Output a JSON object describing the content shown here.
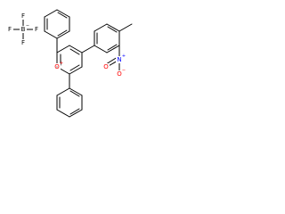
{
  "colors": {
    "bond": "#000000",
    "carbon": "#000000",
    "fluorine": "#000000",
    "boron": "#000000",
    "oxygen": "#ff0000",
    "nitrogen": "#0000ff",
    "background": "#ffffff"
  },
  "labels": {
    "f1": "F",
    "f2": "F",
    "f3": "F",
    "f4": "F",
    "boron": "B",
    "boron_charge": "−",
    "pyrylium_oxygen": "O",
    "pyrylium_charge": "+",
    "nitro_nitrogen": "N",
    "nitro_n_charge": "+",
    "nitro_oxygen_double": "O",
    "nitro_oxygen_single": "O",
    "nitro_o_charge": "−"
  }
}
